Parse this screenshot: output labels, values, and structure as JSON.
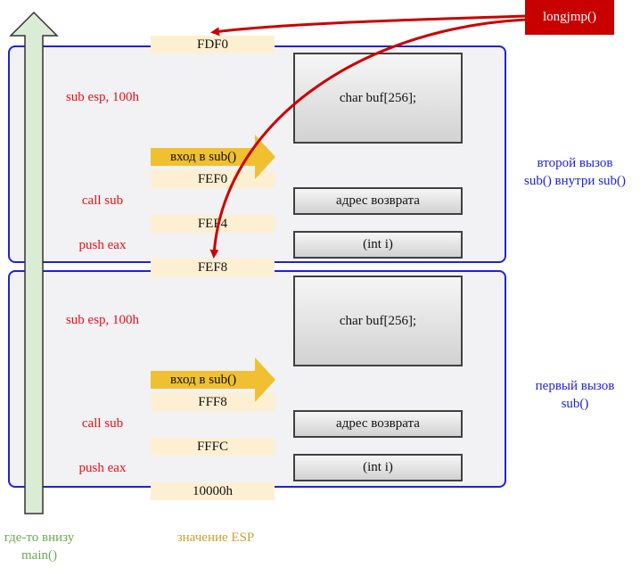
{
  "frames": {
    "second": {
      "caption": "второй вызов sub() внутри sub()",
      "caption_lines": [
        "второй вызов",
        "sub() внутри sub()"
      ],
      "buf": "char buf[256];",
      "ret": "адрес возврата",
      "arg": "(int i)",
      "entry": "вход в sub()",
      "instr_sub": "sub esp, 100h",
      "instr_call": "call sub",
      "instr_push": "push eax"
    },
    "first": {
      "caption_lines": [
        "первый вызов",
        "sub()"
      ],
      "buf": "char buf[256];",
      "ret": "адрес возврата",
      "arg": "(int i)",
      "entry": "вход в sub()",
      "instr_sub": "sub esp, 100h",
      "instr_call": "call sub",
      "instr_push": "push eax"
    }
  },
  "addresses": [
    "FDF0",
    "FEF0",
    "FEF4",
    "FEF8",
    "FFF8",
    "FFFC",
    "10000h"
  ],
  "longjmp_label": "longjmp()",
  "bottom": {
    "main_lines": [
      "где-то внизу",
      "main()"
    ],
    "esp_label": "значение ESP"
  },
  "colors": {
    "frame_border": "#1f22d6",
    "frame_fill": "#f2f1f3",
    "instr_text": "#e8101a",
    "address_fill": "#fdf0d2",
    "entry_arrow": "#f0c030",
    "main_arrow_fill": "#dbecd5",
    "longjmp_fill": "#c80000",
    "curve": "#cc0000",
    "main_text": "#70a850",
    "esp_text": "#c8a030"
  }
}
